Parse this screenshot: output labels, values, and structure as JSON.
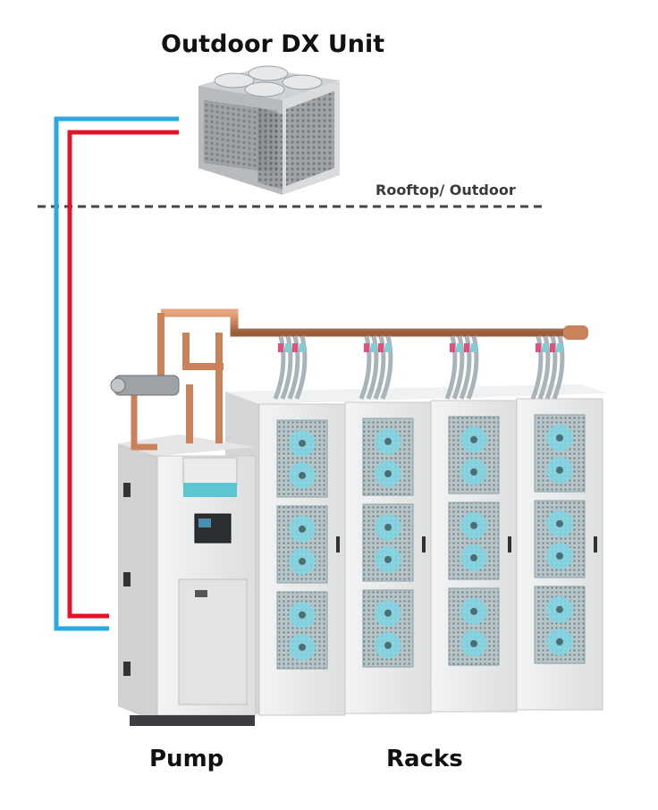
{
  "labels": {
    "outdoor_unit": "Outdoor DX Unit",
    "zone": "Rooftop/ Outdoor",
    "pump": "Pump",
    "racks": "Racks"
  },
  "colors": {
    "supply_line": "#e3142a",
    "return_line": "#2aa9e0",
    "copper_pipe": "#c9825a",
    "cabinet": "#e9eaeb",
    "fan_glow": "#7fd6e3",
    "divider": "#444444"
  },
  "racks": {
    "fan_panels": [
      3,
      3,
      3,
      3
    ]
  }
}
